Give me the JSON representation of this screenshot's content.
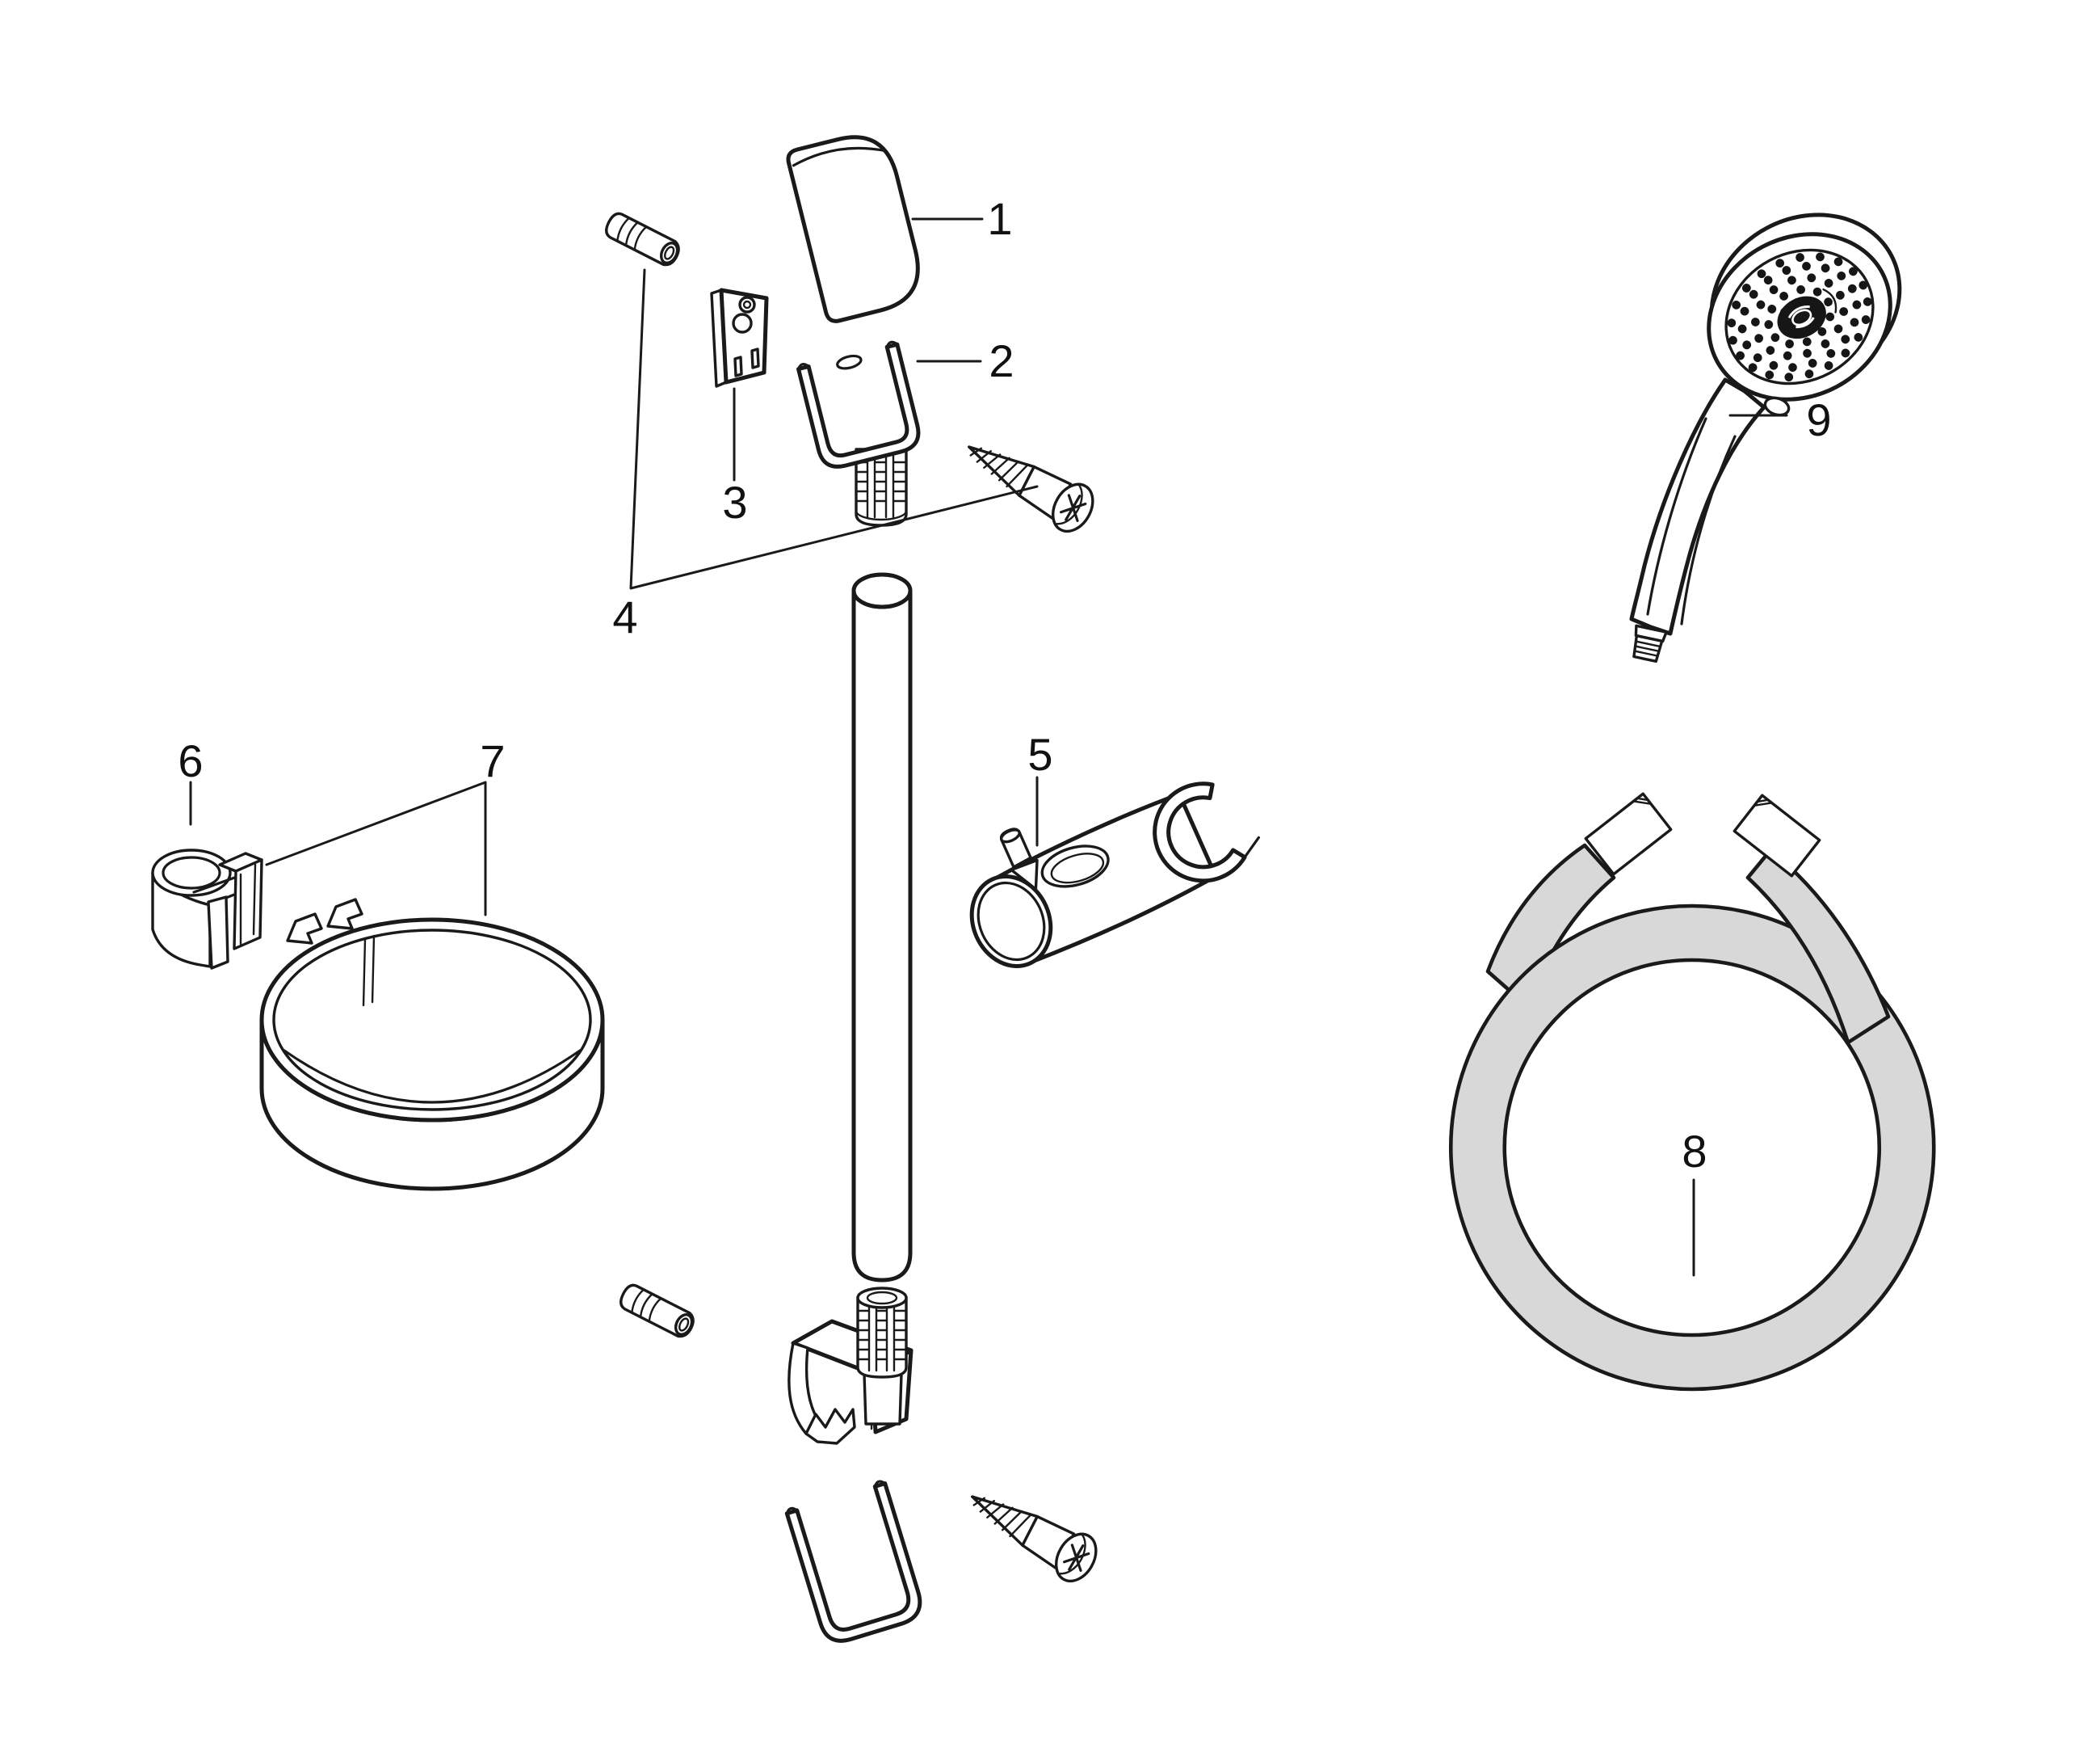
{
  "diagram": {
    "background_color": "#ffffff",
    "line_color": "#1a1a1a",
    "hose_color": "#d8d8d8",
    "callouts": [
      {
        "num": "1"
      },
      {
        "num": "2"
      },
      {
        "num": "3"
      },
      {
        "num": "4"
      },
      {
        "num": "5"
      },
      {
        "num": "6"
      },
      {
        "num": "7"
      },
      {
        "num": "8"
      },
      {
        "num": "9"
      }
    ]
  }
}
